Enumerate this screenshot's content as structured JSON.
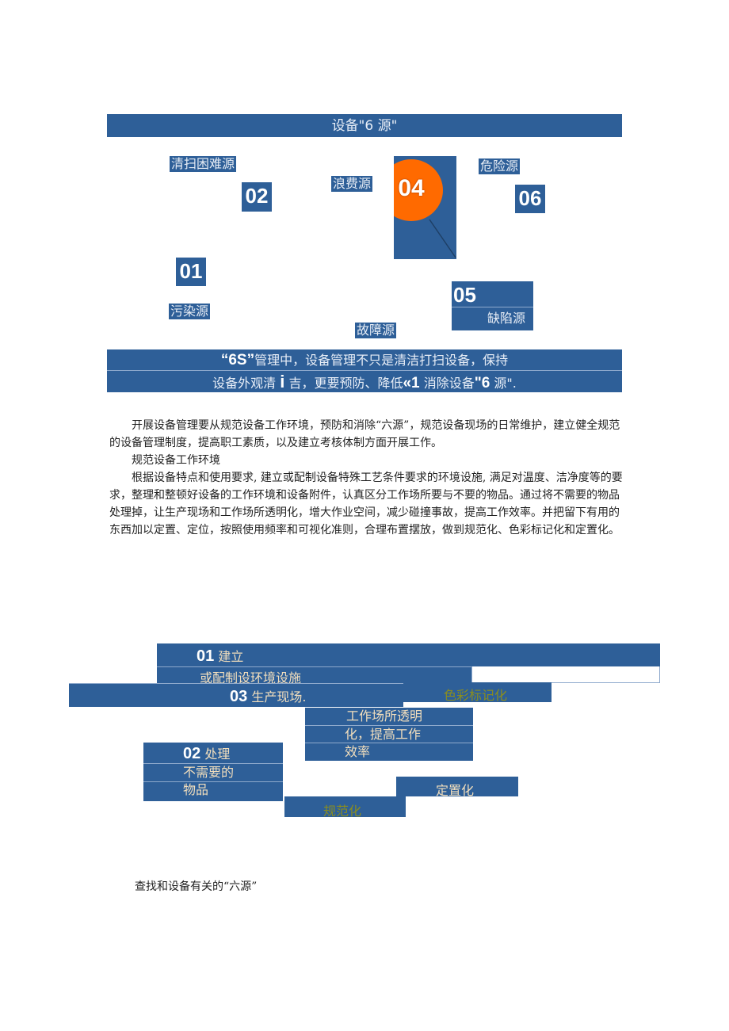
{
  "diagram1": {
    "title": "设备\"6 源\"",
    "items": [
      {
        "num": "01",
        "label": "污染源"
      },
      {
        "num": "02",
        "label": "清扫困难源"
      },
      {
        "num": "04",
        "label": "浪费源"
      },
      {
        "num": "05",
        "label": "缺陷源"
      },
      {
        "num": "06",
        "label": "危险源"
      },
      {
        "label": "故障源"
      }
    ],
    "footer_line1_bold": "“6S”",
    "footer_line1": "管理中，设备管理不只是清洁打扫设备，保持",
    "footer_line2_a": "设备外观清",
    "footer_line2_b": "i",
    "footer_line2_c": "吉，更要预防、降低",
    "footer_line2_d": "«1",
    "footer_line2_e": "消除设备",
    "footer_line2_f": "\"6",
    "footer_line2_g": "源\".",
    "colors": {
      "blue": "#2e5f98",
      "orange": "#ff6a00"
    }
  },
  "body": {
    "paragraph1": "开展设备管理要从规范设备工作环境，预防和消除“六源”，规范设备现场的日常维护，建立健全规范的设备管理制度，提高职工素质，以及建立考核体制方面开展工作。",
    "heading1": "规范设备工作环境",
    "paragraph2": "根据设备特点和使用要求, 建立或配制设备特殊工艺条件要求的环境设施, 满足对温度、洁净度等的要求，整理和整顿好设备的工作环境和设备附件，认真区分工作场所要与不要的物品。通过将不需要的物品处理掉，让生产现场和工作场所透明化，增大作业空间，减少碰撞事故，提高工作效率。并把留下有用的东西加以定置、定位，按照使用频率和可视化准则，合理布置摆放，做到规范化、色彩标记化和定置化。",
    "heading2": "查找和设备有关的“六源”"
  },
  "diagram2": {
    "box01_num": "01",
    "box01_line1": "建立",
    "box01_line2": "或配制设环境设施",
    "box03_num": "03",
    "box03_line1": "生产现场.",
    "color_label": "色彩标记化",
    "transparent_line1": "工作场所透明",
    "transparent_line2": "化，提高工作",
    "transparent_line3": "效率",
    "box02_num": "02",
    "box02_line1": "处理",
    "box02_line2": "不需要的",
    "box02_line3": "物品",
    "fixed_label": "定置化",
    "standard_label": "规范化"
  }
}
